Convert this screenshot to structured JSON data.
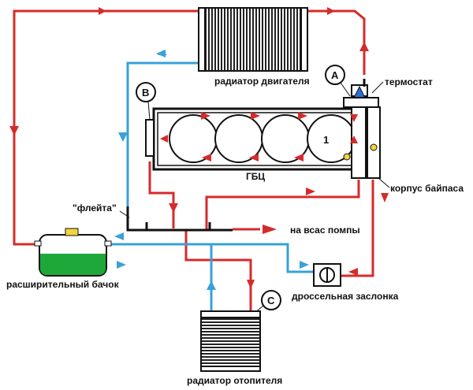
{
  "labels": {
    "engine_radiator": "радиатор двигателя",
    "thermostat": "термостат",
    "cylinder_head": "ГБЦ",
    "bypass_housing": "корпус байпаса",
    "flute": "\"флейта\"",
    "pump_intake": "на всас помпы",
    "expansion_tank": "расширительный бачок",
    "throttle": "дроссельная заслонка",
    "heater_radiator": "радиатор отопителя",
    "cylinder_number": "1"
  },
  "markers": {
    "a": "A",
    "b": "B",
    "c": "C"
  },
  "colors": {
    "hot": "#d62b2b",
    "cold": "#3aa0d8",
    "dark": "#111111",
    "tank_fluid": "#1ea83a"
  }
}
